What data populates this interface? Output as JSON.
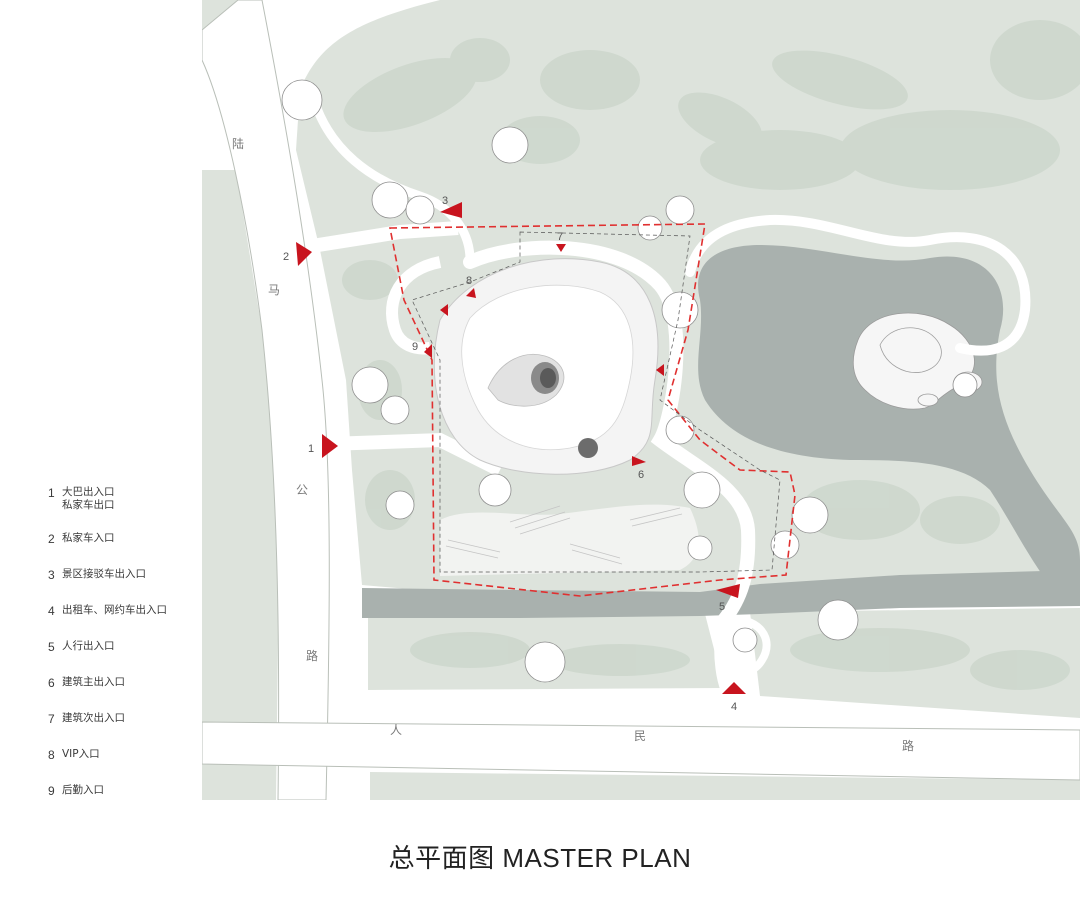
{
  "map": {
    "road_west_chars": [
      "陆",
      "马",
      "公",
      "路"
    ],
    "road_south_chars": [
      "人",
      "民",
      "路"
    ],
    "marker_numbers": [
      "1",
      "2",
      "3",
      "4",
      "5",
      "6",
      "7",
      "8",
      "9"
    ],
    "colors": {
      "background": "#ffffff",
      "green_land": "#dde3dc",
      "tree_clump": "#ccd6cb",
      "water": "#a9b1ae",
      "road": "#ffffff",
      "building": "#f4f4f4",
      "boundary_red": "#e03030",
      "arrow_red": "#c8141e"
    }
  },
  "legend": {
    "items": [
      {
        "num": "1",
        "text": "大巴出入口\n私家车出口"
      },
      {
        "num": "2",
        "text": "私家车入口"
      },
      {
        "num": "3",
        "text": "景区接驳车出入口"
      },
      {
        "num": "4",
        "text": "出租车、网约车出入口"
      },
      {
        "num": "5",
        "text": "人行出入口"
      },
      {
        "num": "6",
        "text": "建筑主出入口"
      },
      {
        "num": "7",
        "text": "建筑次出入口"
      },
      {
        "num": "8",
        "text": "VIP入口"
      },
      {
        "num": "9",
        "text": "后勤入口"
      }
    ]
  },
  "caption": "总平面图  MASTER PLAN"
}
